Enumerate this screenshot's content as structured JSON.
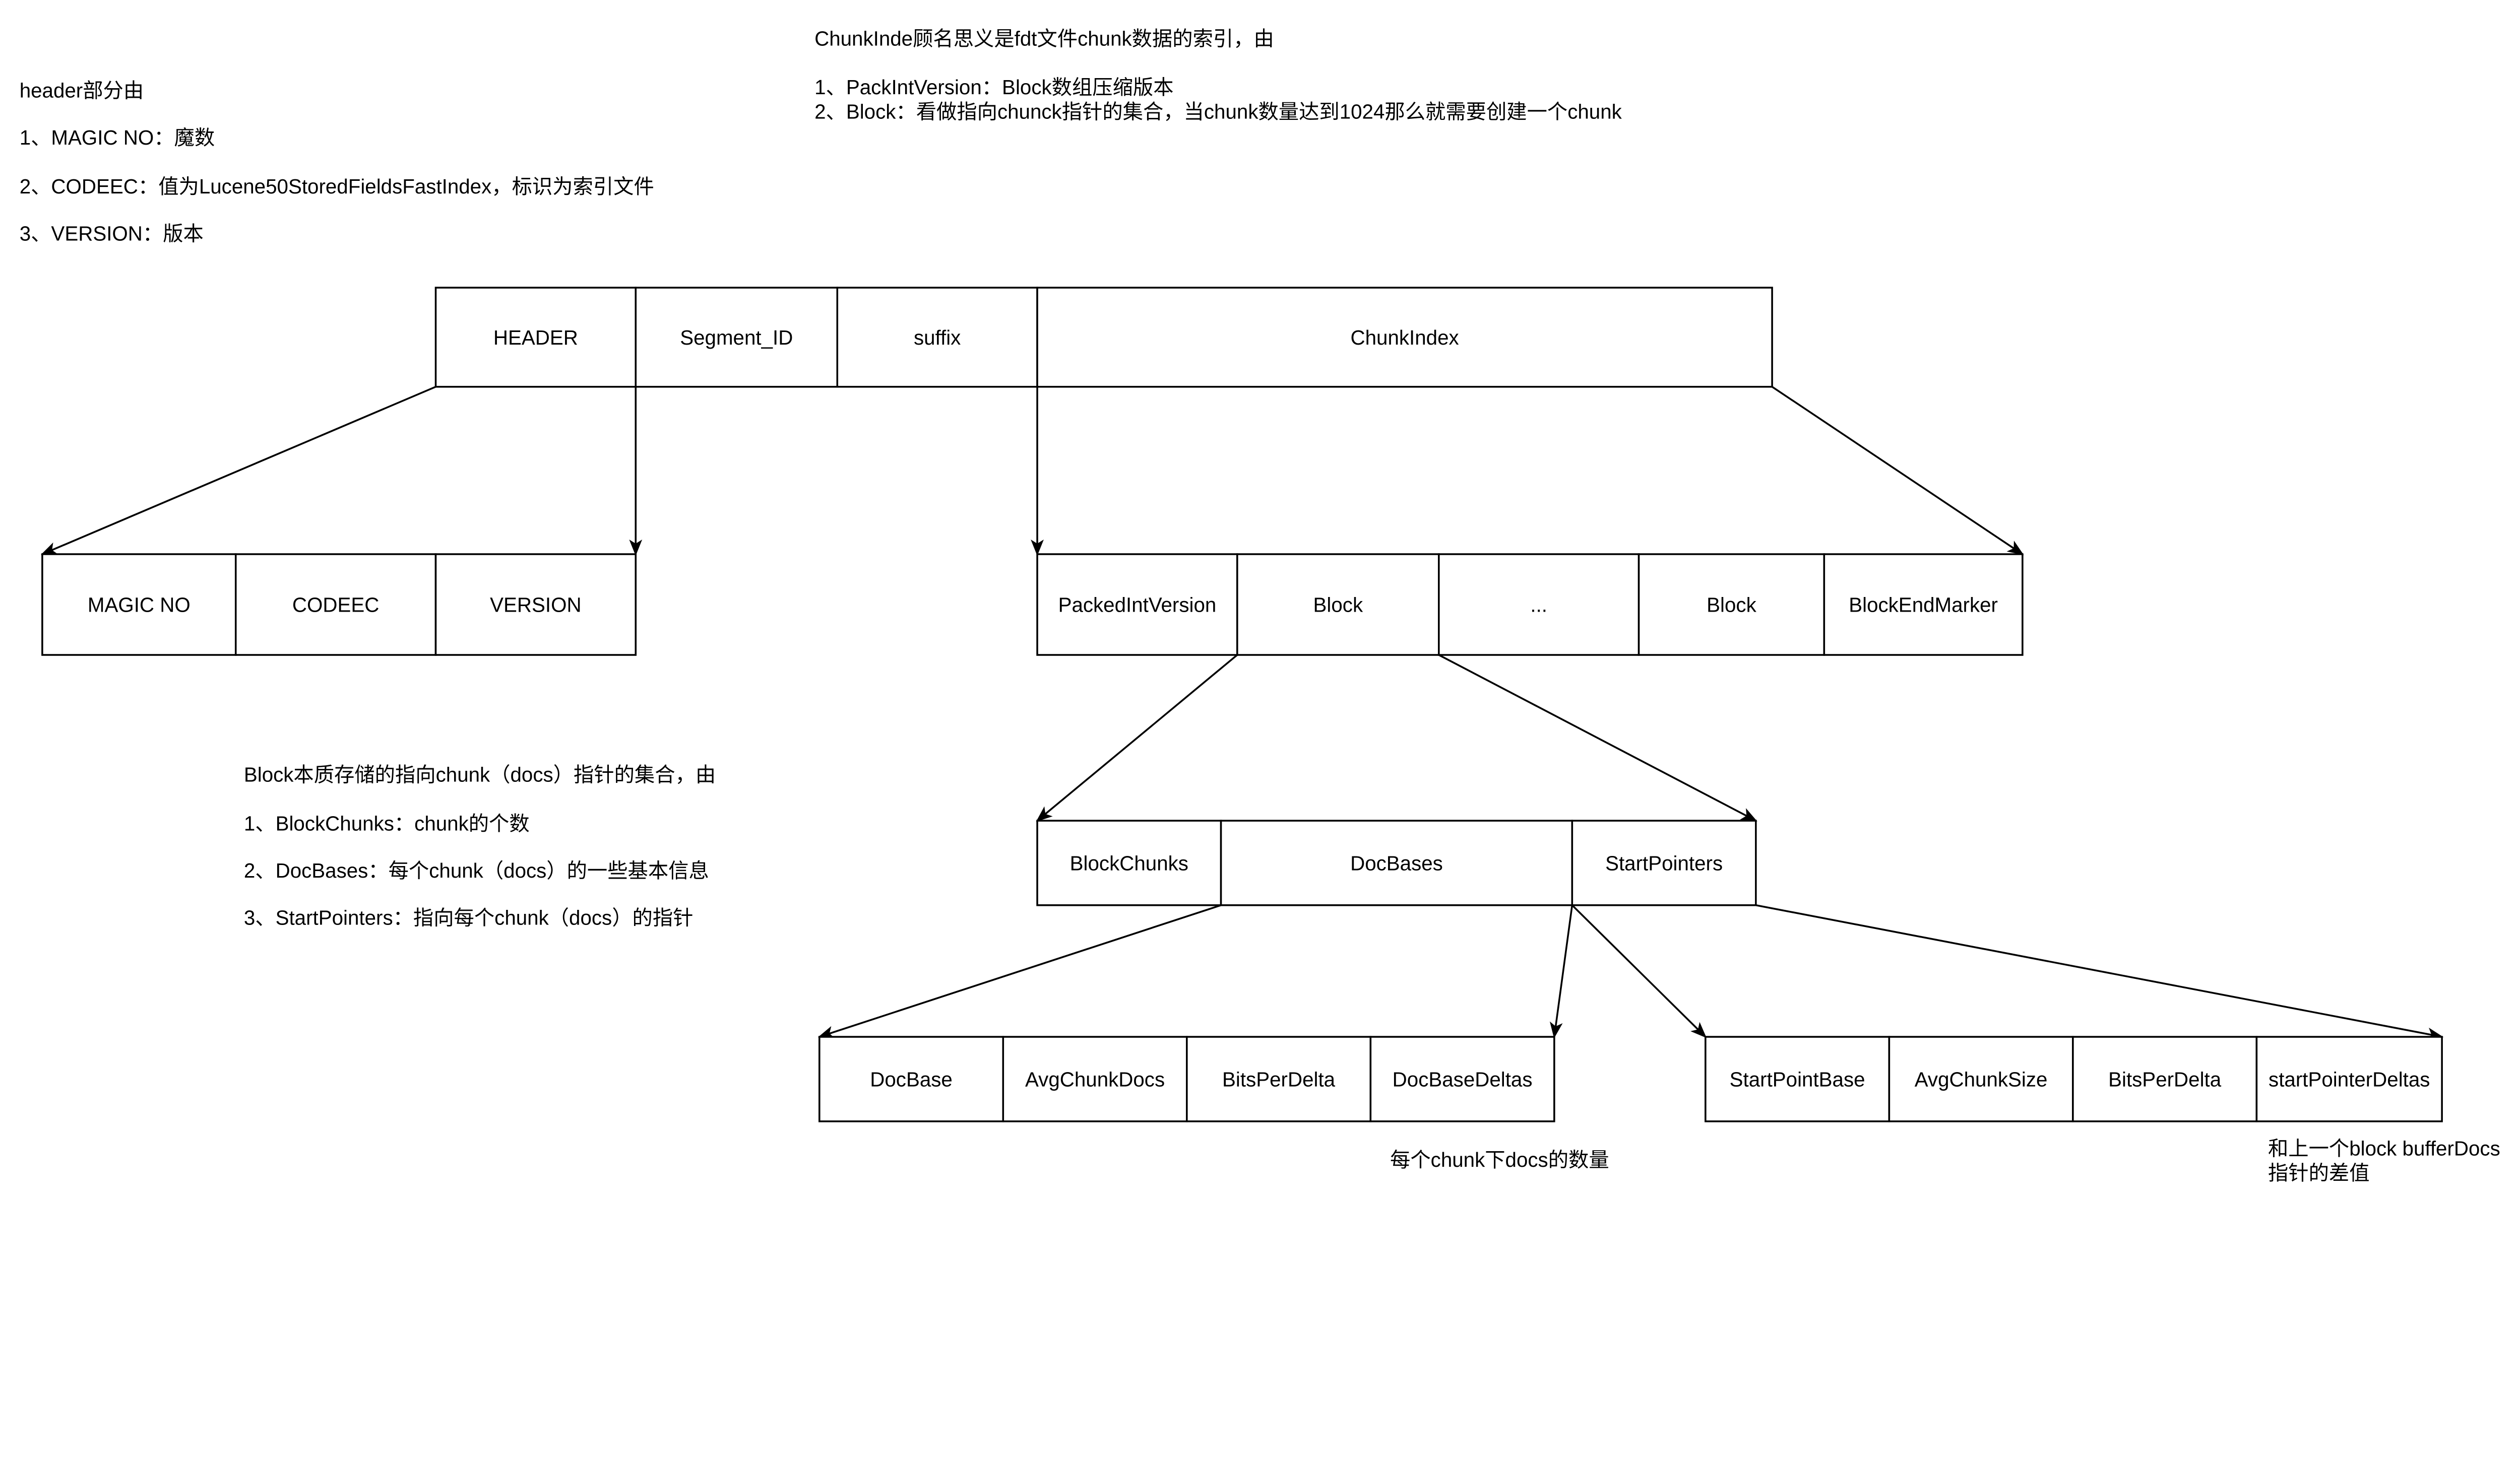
{
  "notes": {
    "header": [
      "header部分由",
      "1、MAGIC NO：魔数",
      "2、CODEEC：值为Lucene50StoredFieldsFastIndex，标识为索引文件",
      "3、VERSION：版本"
    ],
    "chunk_index": [
      "ChunkInde顾名思义是fdt文件chunk数据的索引，由",
      "1、PackIntVersion：Block数组压缩版本",
      "2、Block：看做指向chunck指针的集合，当chunk数量达到1024那么就需要创建一个chunk"
    ],
    "block": [
      "Block本质存储的指向chunk（docs）指针的集合，由",
      "1、BlockChunks：chunk的个数",
      "2、DocBases：每个chunk（docs）的一些基本信息",
      "3、StartPointers：指向每个chunk（docs）的指针"
    ],
    "doc_base_deltas": "每个chunk下docs的数量",
    "start_pointer_deltas": [
      "和上一个block bufferDocs",
      "指针的差值"
    ]
  },
  "rows": {
    "file": [
      "HEADER",
      "Segment_ID",
      "suffix",
      "ChunkIndex"
    ],
    "header": [
      "MAGIC NO",
      "CODEEC",
      "VERSION"
    ],
    "chunk_index": [
      "PackedIntVersion",
      "Block",
      "...",
      "Block",
      "BlockEndMarker"
    ],
    "block": [
      "BlockChunks",
      "DocBases",
      "StartPointers"
    ],
    "doc_bases": [
      "DocBase",
      "AvgChunkDocs",
      "BitsPerDelta",
      "DocBaseDeltas"
    ],
    "start_pointers": [
      "StartPointBase",
      "AvgChunkSize",
      "BitsPerDelta",
      "startPointerDeltas"
    ]
  }
}
